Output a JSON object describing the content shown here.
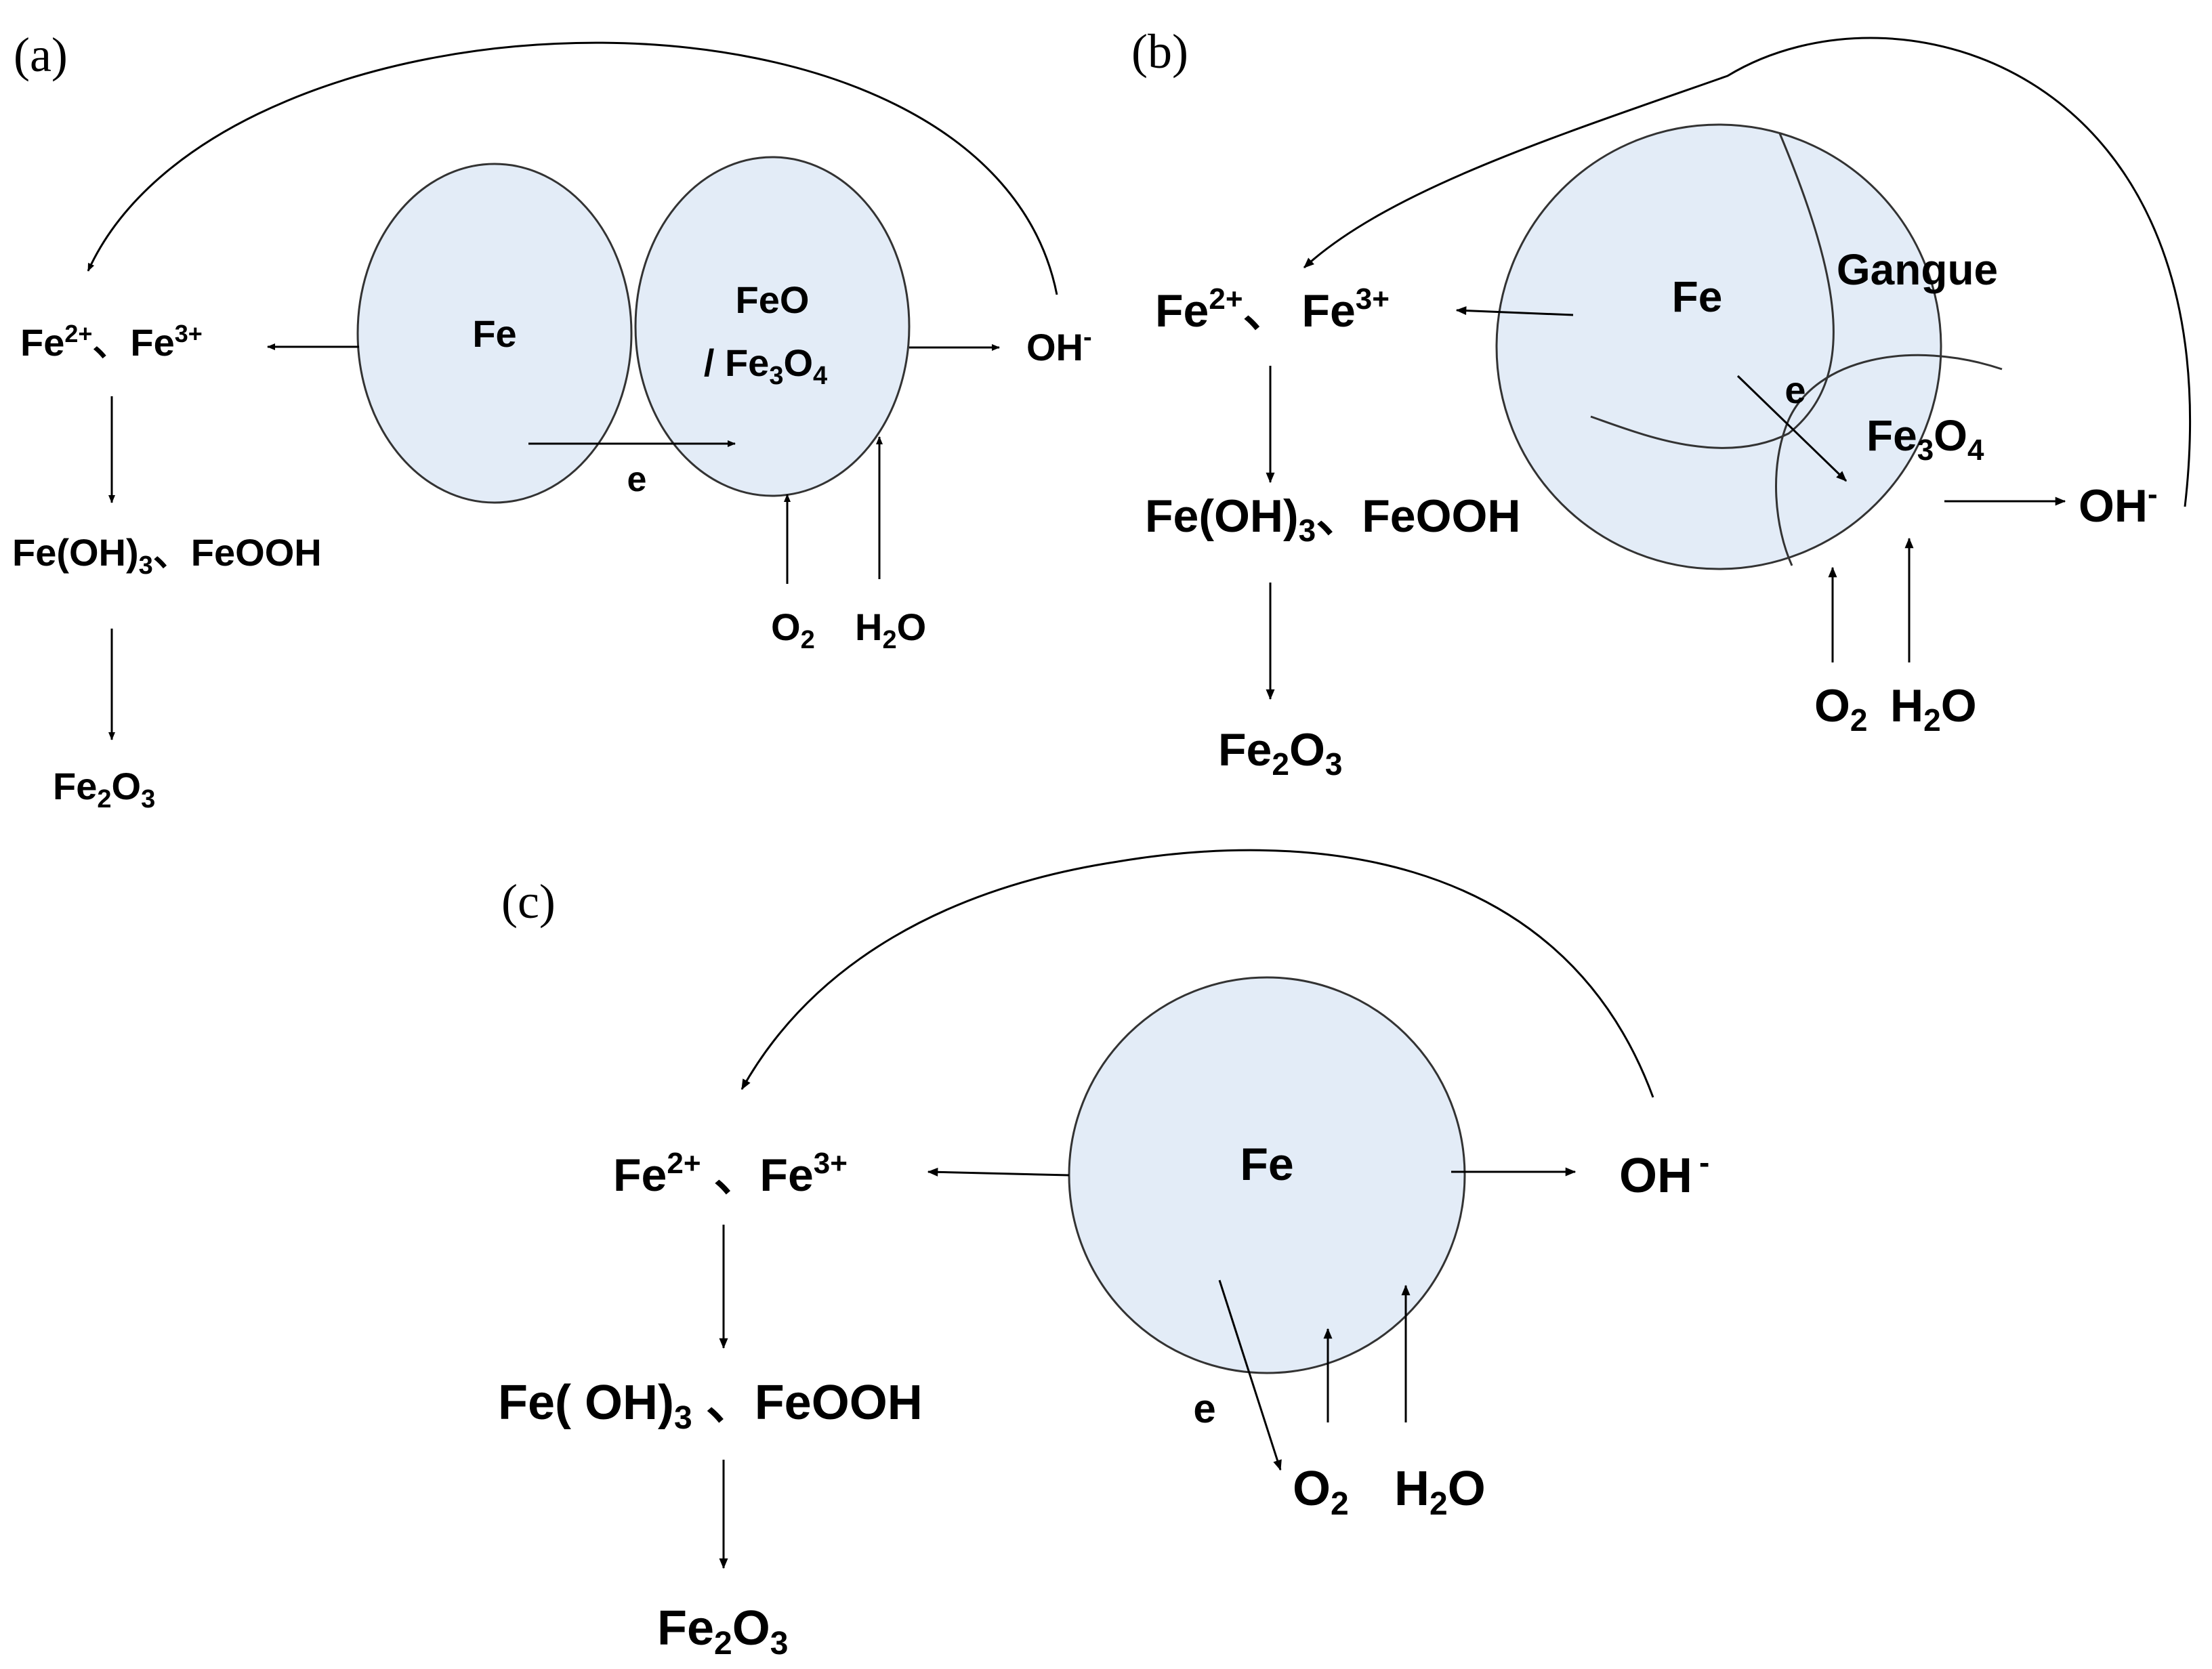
{
  "colors": {
    "particle_fill": "#e3ecf7",
    "outline": "#333333",
    "arrow": "#000000"
  },
  "panels": {
    "a": {
      "label": "(a)",
      "particle_fe": "Fe",
      "particle_oxide_line1": "FeO",
      "particle_oxide_line2_pre": "/ Fe",
      "particle_oxide_line2_sub1": "3",
      "particle_oxide_line2_mid": "O",
      "particle_oxide_line2_sub2": "4",
      "ions_fe2": "Fe",
      "ions_fe2_sup": "2+",
      "ions_sep": "、Fe",
      "ions_fe3_sup": "3+",
      "hydroxides_pre": "Fe(OH)",
      "hydroxides_sub": "3",
      "hydroxides_post": "、FeOOH",
      "product_pre": "Fe",
      "product_sub1": "2",
      "product_mid": "O",
      "product_sub2": "3",
      "hydroxide_ion": "OH",
      "hydroxide_sup": "-",
      "electron": "e",
      "oxygen": "O",
      "oxygen_sub": "2",
      "water_pre": "H",
      "water_sub": "2",
      "water_post": "O"
    },
    "b": {
      "label": "(b)",
      "particle_fe": "Fe",
      "particle_gangue": "Gangue",
      "particle_oxide_pre": "Fe",
      "particle_oxide_sub1": "3",
      "particle_oxide_mid": "O",
      "particle_oxide_sub2": "4",
      "ions_fe2": "Fe",
      "ions_fe2_sup": "2+",
      "ions_sep": "、 Fe",
      "ions_fe3_sup": "3+",
      "hydroxides_pre": "Fe(OH)",
      "hydroxides_sub": "3",
      "hydroxides_post": "、FeOOH",
      "product_pre": "Fe",
      "product_sub1": "2",
      "product_mid": "O",
      "product_sub2": "3",
      "hydroxide_ion": "OH",
      "hydroxide_sup": "-",
      "electron": "e",
      "oxygen": "O",
      "oxygen_sub": "2",
      "water_pre": "H",
      "water_sub": "2",
      "water_post": "O"
    },
    "c": {
      "label": "(c)",
      "particle_fe": "Fe",
      "ions_fe2": "Fe",
      "ions_fe2_sup": "2+",
      "ions_sep": " 、Fe",
      "ions_fe3_sup": "3+",
      "hydroxides_pre": "Fe( OH)",
      "hydroxides_sub": "3",
      "hydroxides_post": " 、FeOOH",
      "product_pre": "Fe",
      "product_sub1": "2",
      "product_mid": "O",
      "product_sub2": "3",
      "hydroxide_ion": "OH",
      "hydroxide_sup": "-",
      "electron": "e",
      "oxygen": "O",
      "oxygen_sub": "2",
      "water_pre": "H",
      "water_sub": "2",
      "water_post": "O"
    }
  }
}
